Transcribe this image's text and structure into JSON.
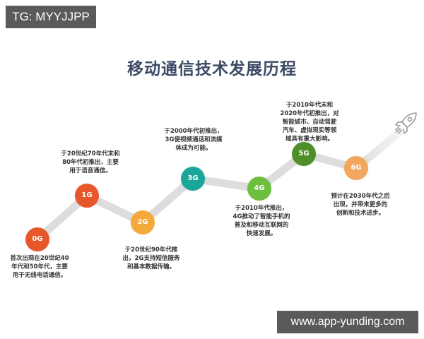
{
  "watermarks": {
    "top": "TG: MYYJJPP",
    "bottom": "www.app-yunding.com"
  },
  "title": "移动通信技术发展历程",
  "nodes": [
    {
      "label": "0G",
      "color": "#e8572a",
      "desc": [
        "首次出现在20世纪40",
        "年代和50年代，主要",
        "用于无线电话通信。"
      ]
    },
    {
      "label": "1G",
      "color": "#e8572a",
      "desc": [
        "于20世纪70年代末和",
        "80年代初推出，主要",
        "用于语音通信。"
      ]
    },
    {
      "label": "2G",
      "color": "#f5a93a",
      "desc": [
        "于20世纪90年代推",
        "出，2G支持短信服务",
        "和基本数据传输。"
      ]
    },
    {
      "label": "3G",
      "color": "#1aa69a",
      "desc": [
        "于2000年代初推出，",
        "3G使视频通话和流媒",
        "体成为可能。"
      ]
    },
    {
      "label": "4G",
      "color": "#6cbf3c",
      "desc": [
        "于2010年代推出，",
        "4G推动了智能手机的",
        "普及和移动互联网的",
        "快速发展。"
      ]
    },
    {
      "label": "5G",
      "color": "#4f8f2a",
      "desc": [
        "于2010年代末和",
        "2020年代初推出，对",
        "智能城市、自动驾驶",
        "汽车、虚拟现实等领",
        "域具有重大影响。"
      ]
    },
    {
      "label": "6G",
      "color": "#f2a65e",
      "desc": [
        "预计在2030年代之后",
        "出现，并带来更多的",
        "创新和技术进步。"
      ]
    }
  ],
  "icons": {
    "rocket": "rocket-icon"
  },
  "colors": {
    "title": "#3d4a66",
    "track": "#dddddd"
  }
}
